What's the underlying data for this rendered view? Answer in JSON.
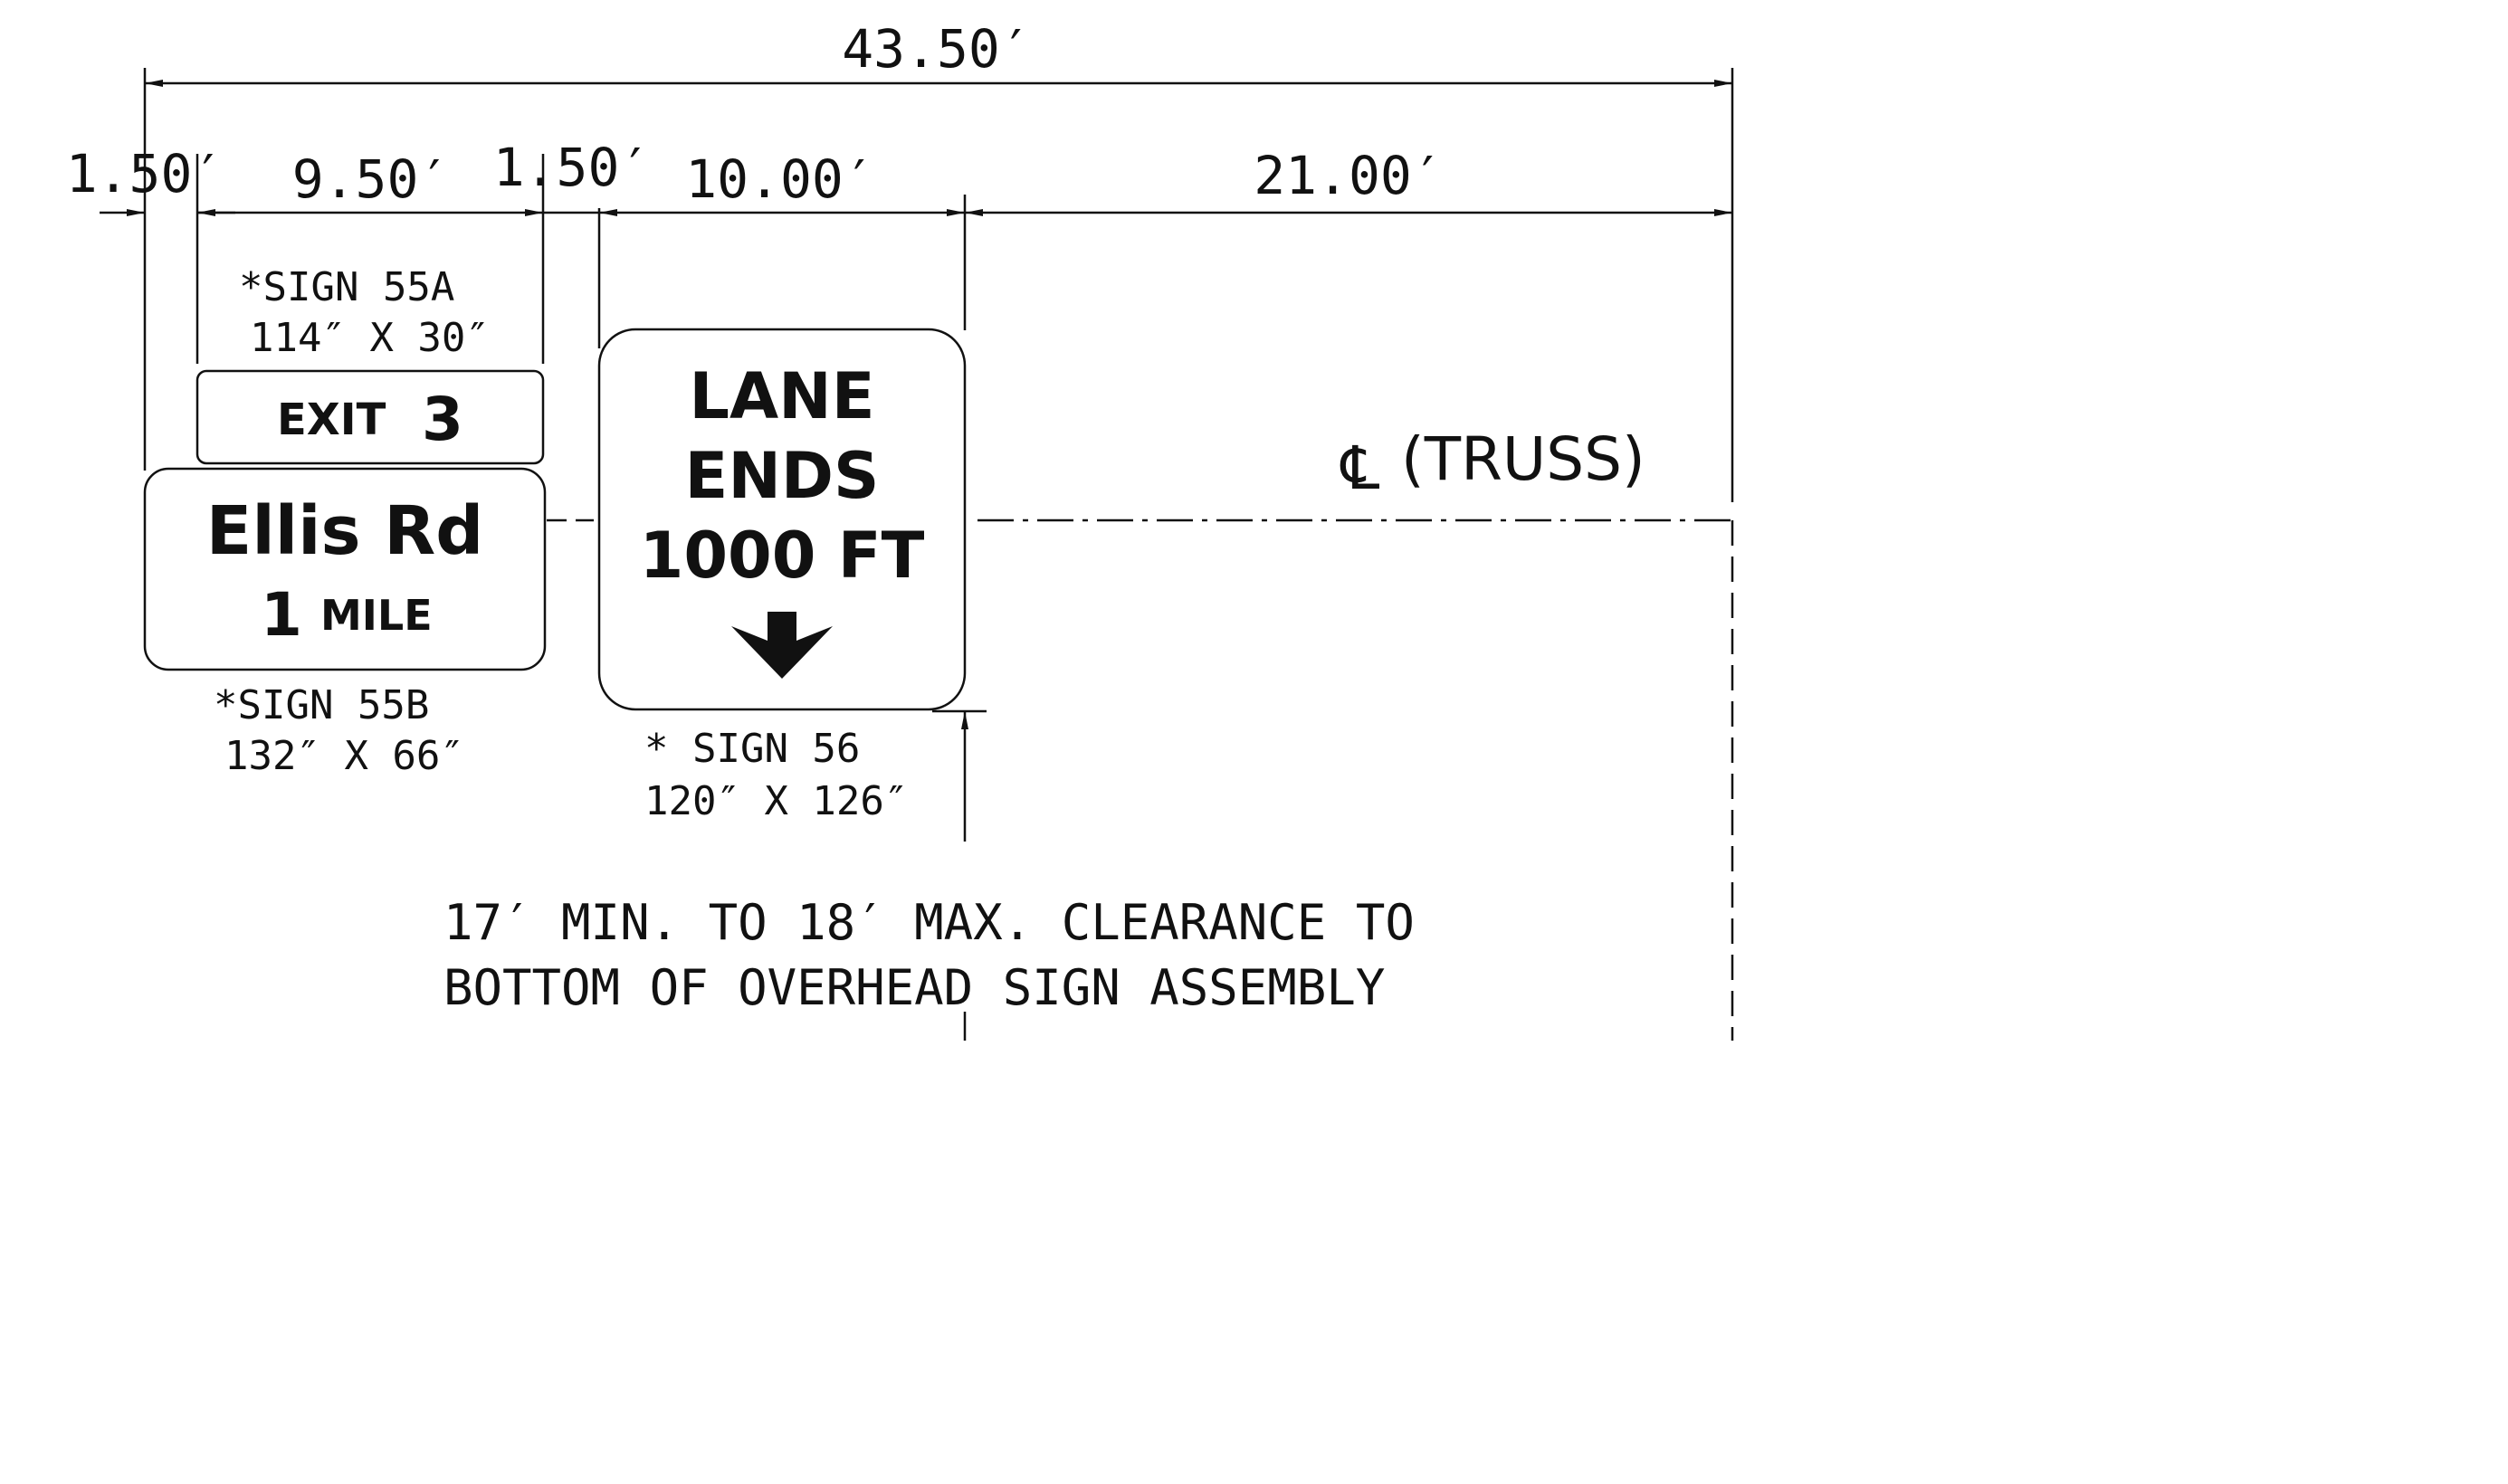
{
  "dimensions": {
    "overall": "43.50′",
    "left_offset": "1.50′",
    "sign_55a_width": "9.50′",
    "gap": "1.50′",
    "sign_56_width": "10.00′",
    "right_span": "21.00′"
  },
  "signs": {
    "sign_55a": {
      "label_line1": "*SIGN 55A",
      "label_line2": "114″ X 30″",
      "exit_word": "EXIT",
      "exit_number": "3"
    },
    "sign_55b": {
      "line1": "Ellis Rd",
      "line2_number": "1",
      "line2_word": "MILE",
      "label_line1": "*SIGN 55B",
      "label_line2": "132″ X 66″"
    },
    "sign_56": {
      "line1": "LANE",
      "line2": "ENDS",
      "line3": "1000 FT",
      "arrow_icon": "down-arrow-icon",
      "label_line1": "* SIGN 56",
      "label_line2": "120″ X 126″"
    }
  },
  "truss": {
    "symbol": "℄",
    "label": "(TRUSS)"
  },
  "clearance_note": {
    "line1": "17′ MIN. TO 18′ MAX. CLEARANCE TO",
    "line2": "BOTTOM OF OVERHEAD SIGN ASSEMBLY"
  },
  "colors": {
    "ink": "#111111",
    "background": "#ffffff"
  }
}
